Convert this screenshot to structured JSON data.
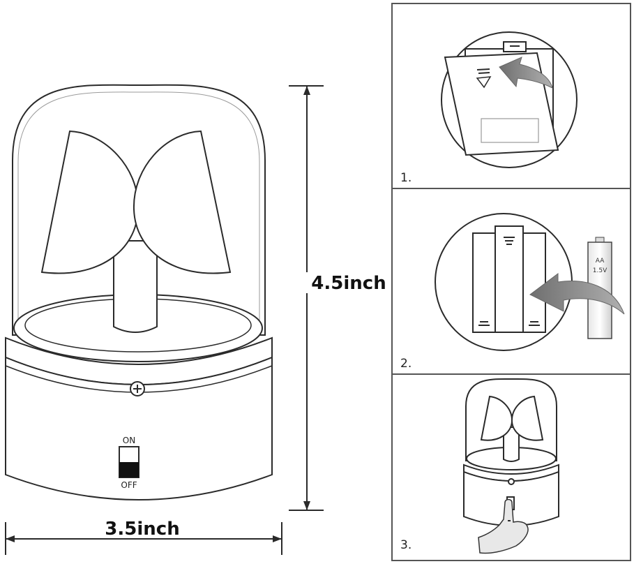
{
  "dimensions": {
    "height_label": "4.5inch",
    "width_label": "3.5inch"
  },
  "lamp": {
    "switch_on_label": "ON",
    "switch_off_label": "OFF"
  },
  "steps": [
    {
      "label": "1."
    },
    {
      "label": "2.",
      "battery_type": "AA",
      "battery_voltage": "1.5V"
    },
    {
      "label": "3."
    }
  ],
  "colors": {
    "line": "#2a2a2a",
    "arrow_gray": "#8c8c8c",
    "panel_border": "#555555"
  }
}
